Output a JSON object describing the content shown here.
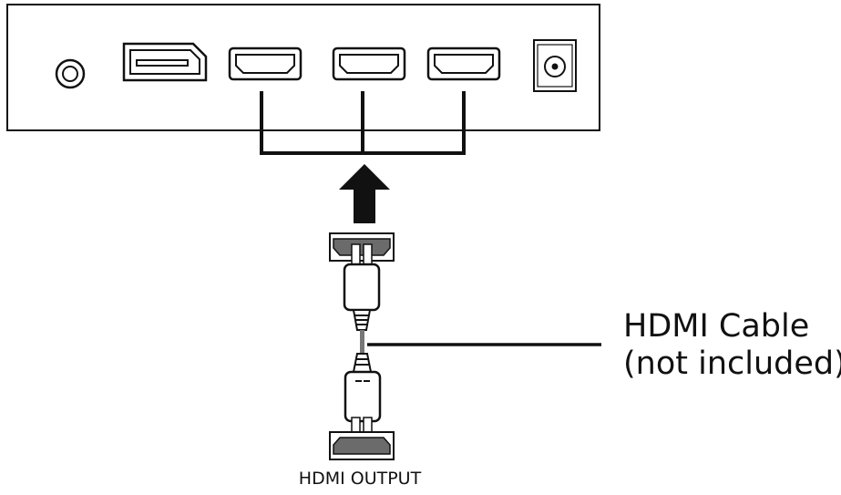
{
  "callout": {
    "line1": "HDMI Cable",
    "line2": "(not included)"
  },
  "output_label": "HDMI OUTPUT",
  "colors": {
    "stroke": "#111111",
    "connector_fill": "#6b6b6b",
    "background": "#ffffff"
  },
  "icons": [
    "audio-jack-icon",
    "displayport-icon",
    "hdmi-port-icon",
    "power-jack-icon",
    "up-arrow-icon",
    "hdmi-plug-icon"
  ]
}
